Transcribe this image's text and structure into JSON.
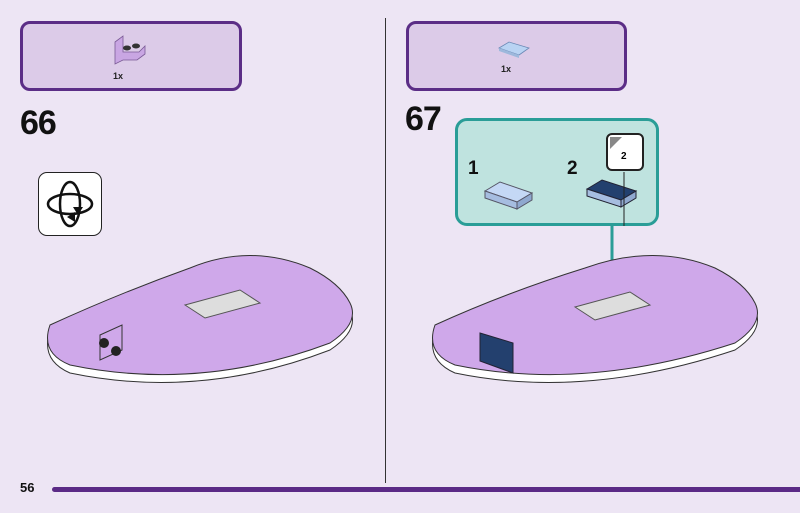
{
  "page_number": "56",
  "steps": [
    {
      "number": "66",
      "parts": [
        {
          "quantity": "1x",
          "icon": "bracket-1x2-icon",
          "color": "#c9a6e3"
        }
      ],
      "extra_icon": "rotate-model-icon"
    },
    {
      "number": "67",
      "parts": [
        {
          "quantity": "1x",
          "icon": "tile-1x2-icon",
          "color": "#b9d3f3"
        }
      ],
      "callout": {
        "substeps": [
          {
            "label": "1"
          },
          {
            "label": "2"
          }
        ],
        "sticker_label": "2"
      }
    }
  ],
  "colors": {
    "background": "#ede5f4",
    "parts_box": "#dccbe8",
    "accent": "#5b2a86",
    "callout": "#bfe3df",
    "callout_border": "#2a9d97",
    "arrow": "#2a9d97"
  }
}
